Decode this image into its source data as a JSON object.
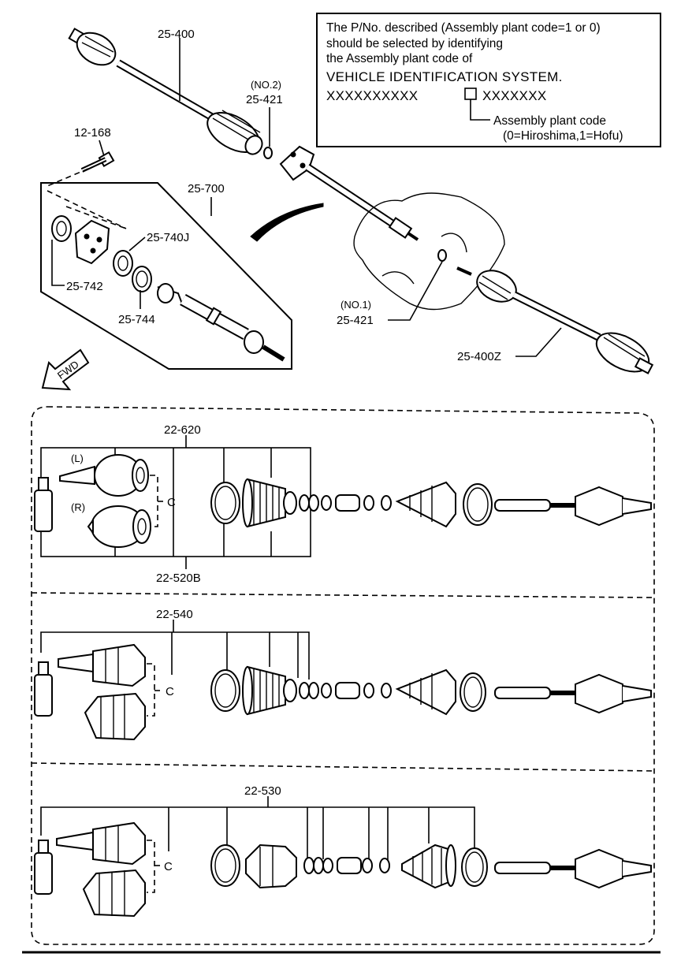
{
  "note": {
    "line1": "The P/No. described (Assembly plant code=1 or 0)",
    "line2": "should be selected by identifying",
    "line3": "the Assembly plant code of",
    "line4": "VEHICLE IDENTIFICATION SYSTEM.",
    "vin_left": "XXXXXXXXXX",
    "vin_right": "XXXXXXX",
    "code_label": "Assembly plant code",
    "code_values": "(0=Hiroshima,1=Hofu)"
  },
  "labels": {
    "p25_400": "25-400",
    "p25_421_no2_tag": "(NO.2)",
    "p25_421_no2": "25-421",
    "p12_168": "12-168",
    "p25_700": "25-700",
    "p25_740j": "25-740J",
    "p25_742": "25-742",
    "p25_744": "25-744",
    "p25_421_no1_tag": "(NO.1)",
    "p25_421_no1": "25-421",
    "p25_400z": "25-400Z",
    "fwd": "FWD",
    "p22_620": "22-620",
    "left_tag": "(L)",
    "right_tag": "(R)",
    "p22_520b": "22-520B",
    "p22_540": "22-540",
    "p22_530": "22-530"
  }
}
